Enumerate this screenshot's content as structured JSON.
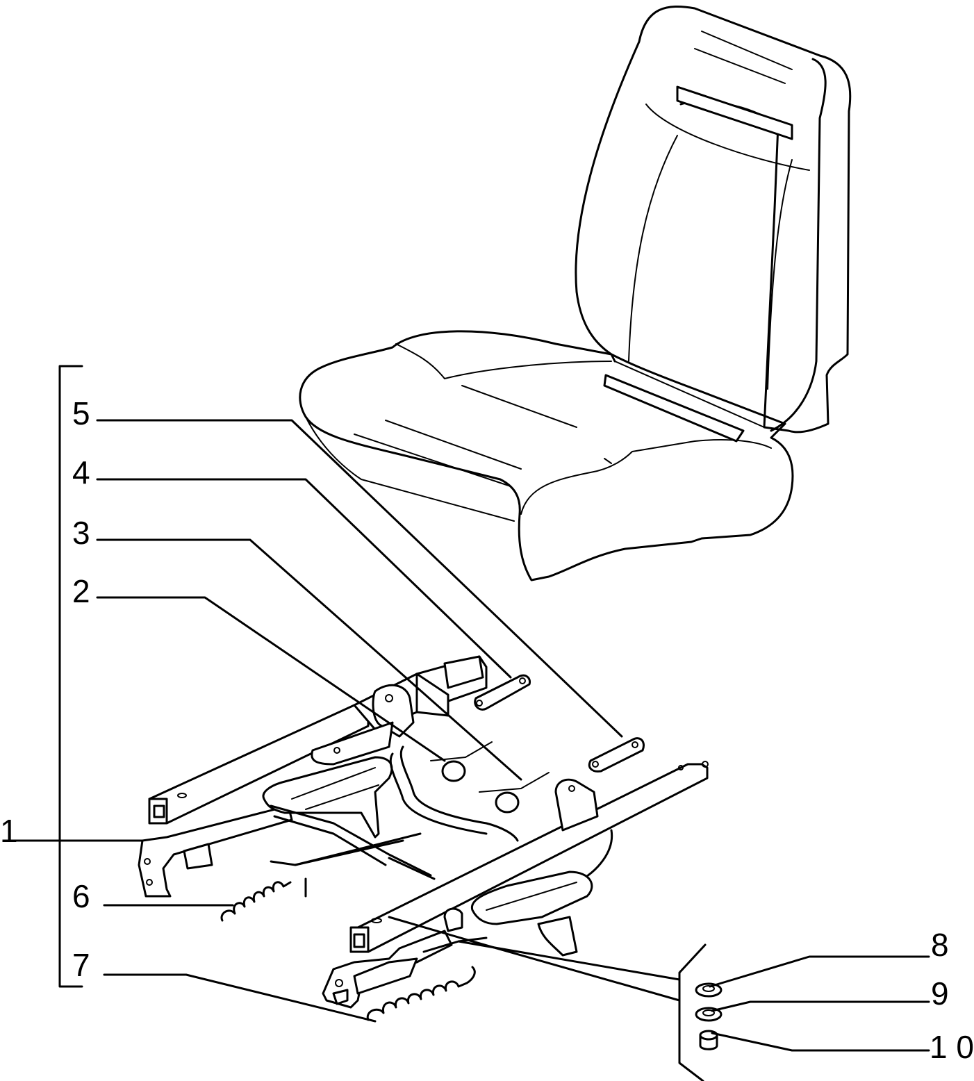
{
  "callouts": [
    {
      "id": "1",
      "text": "1"
    },
    {
      "id": "2",
      "text": "2"
    },
    {
      "id": "3",
      "text": "3"
    },
    {
      "id": "4",
      "text": "4"
    },
    {
      "id": "5",
      "text": "5"
    },
    {
      "id": "6",
      "text": "6"
    },
    {
      "id": "7",
      "text": "7"
    },
    {
      "id": "8",
      "text": "8"
    },
    {
      "id": "9",
      "text": "9"
    },
    {
      "id": "10",
      "text": "1 0"
    }
  ]
}
